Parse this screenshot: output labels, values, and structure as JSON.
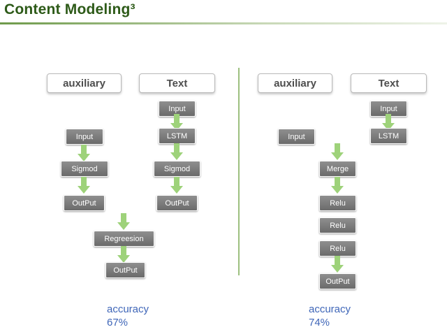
{
  "title": "Content Modeling³",
  "headers": {
    "left_auxiliary": "auxiliary",
    "left_text": "Text",
    "right_auxiliary": "auxiliary",
    "right_text": "Text"
  },
  "left_nodes": {
    "text_input": "Input",
    "lstm": "LSTM",
    "text_sigmod": "Sigmod",
    "text_output": "OutPut",
    "aux_input": "Input",
    "aux_sigmod": "Sigmod",
    "aux_output": "OutPut",
    "regression": "Regreesion",
    "final_output": "OutPut"
  },
  "right_nodes": {
    "text_input": "Input",
    "lstm": "LSTM",
    "aux_input": "Input",
    "merge": "Merge",
    "relu_1": "Relu",
    "relu_2": "Relu",
    "relu_3": "Relu",
    "final_output": "OutPut"
  },
  "accuracy": {
    "label": "accuracy",
    "left_value": "67%",
    "right_value": "74%"
  },
  "colors": {
    "title": "#2d5a18",
    "node": "#7c7c7c",
    "arrow": "#9ed27a",
    "divider": "#9cc07f",
    "accuracy_text": "#3f66b8"
  }
}
